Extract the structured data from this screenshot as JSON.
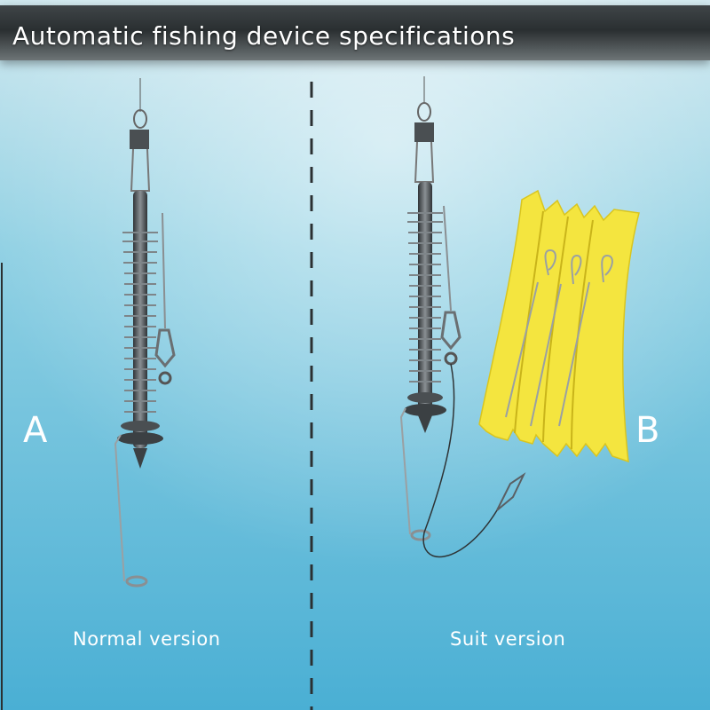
{
  "header": {
    "title": "Automatic fishing device specifications"
  },
  "panels": [
    {
      "letter": "A",
      "caption": "Normal version"
    },
    {
      "letter": "B",
      "caption": "Suit version"
    }
  ],
  "colors": {
    "water_top": "#bfe0ea",
    "water_bottom": "#4fb8d8",
    "tray": "#f2e54a",
    "metal": "#5a5f63"
  }
}
